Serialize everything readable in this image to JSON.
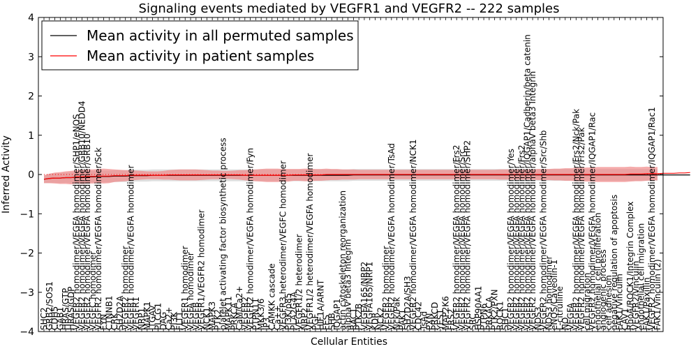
{
  "chart_data": {
    "type": "line",
    "title": "Signaling events mediated by VEGFR1 and VEGFR2 -- 222 samples",
    "xlabel": "Cellular Entities",
    "ylabel": "Inferred Activity",
    "ylim": [
      -4,
      4
    ],
    "yticks": [
      -4,
      -3,
      -2,
      -1,
      0,
      1,
      2,
      3,
      4
    ],
    "ytick_labels": [
      "−4",
      "−3",
      "−2",
      "−1",
      "0",
      "1",
      "2",
      "3",
      "4"
    ],
    "grid": false,
    "legend_placement": "top-left",
    "categories": [
      "SHC2",
      "GRB2/SOS1",
      "CDH5",
      "GAB1",
      "HRAS/GTP",
      "HRAS/GDP",
      "VEGFR2 homodimer/VEGFA homodimer/SHP1/eNOS",
      "VEGFR2 homodimer/VEGFA homodimer/GRB10/NEDD4",
      "VEGFR2 homodimer/VEGFA homodimer/GRB10",
      "VEGFC homodimer",
      "VEGFR2 homodimer/VEGFA homodimer/Sck",
      "FYN",
      "CTNNB1",
      "CRK",
      "SH2D2A",
      "VEGFR2 homodimer",
      "VEGFR1 homodimer/VEGFA homodimer",
      "VEGFR1",
      "NRP1",
      "MAPK1",
      "ITGAV",
      "PLCG1",
      "DAG",
      "Ca2+",
      "PI3K",
      "FLT1",
      "VEGFR1 homodimer",
      "VEGFA homodimer",
      "VEGFB",
      "VEGFR1/VEGFR2 homodimer",
      "NCK1",
      "MAPK3",
      "PTK2",
      "platelet activating factor biosynthetic process",
      "MAPK11",
      "PRKCA",
      "CaM/Ca2+",
      "VEGFR2",
      "VEGFR2 homodimer/VEGFA homodimer/Fyn",
      "PTPN11",
      "MKK3/6",
      "IP3",
      "CAMKK cascade",
      "Ca++",
      "VEGFR3 heterodimer/VEGFC homodimer",
      "PI3K/p85",
      "PLA2G4A",
      "VEGFR1/2 heterodimer",
      "NRP2",
      "VEGFR1/2 heterodimer/VEGFA homodimer",
      "PGF",
      "HIF1A/ARNT",
      "FES",
      "SHB",
      "IQGAP1",
      "actin cytoskeleton reorganization",
      "alphaV beta3 Integrin",
      "RAC1",
      "PTK2B",
      "VEGFA165/NRP2",
      "VEGFA165/NRP1",
      "KDR",
      "NCK2",
      "VEGFR2 homodimer",
      "VEGFR2 homodimer/VEGFA homodimer/TsAd",
      "Nck/Pak",
      "PAK1",
      "SH2D2A/SH3",
      "VEGFR2 homodimer/VEGFA homodimer/NCK1",
      "CDC42",
      "TsAd",
      "PXN",
      "PRKCD",
      "YES1",
      "MAP2K6",
      "FRS2",
      "VEGFR2 homodimer/VEGFA homodimer/Frs2",
      "VEGFR2 homodimer/VEGFA homodimer/Src",
      "VEGFR2 homodimer/VEGFA homodimer/SHP2",
      "SRC",
      "HSP90AA1",
      "PTPN6",
      "PRKACA",
      "PTK2/PXN",
      "ROCK1",
      "SHC1",
      "VEGFR2 homodimer/VEGFA homodimer/Yes",
      "VEGFR2 homodimer/VEGFA homodimer",
      "VEGFR2 homodimer/VEGFA homodimer/Frs2",
      "VEGFR2 homodimer/VEGFA homodimer/IQGAP1/Cadherin/beta catenin",
      "VEGFR2 homodimer/VEGFA homodimer/alphaV beta3 Integrin",
      "NOS3",
      "VEGFR2 homodimer/VEGFA homodimer/Src/Shb",
      "NOS3 homodimer",
      "eNOS/Caveolin-1",
      "L-citrulline",
      "NO",
      "VEGFA",
      "VEGFR2 homodimer/VEGFA homodimer/Frs2/Nck/Pak",
      "VEGFR2 homodimer/VEGFA homodimer/Frs2/Pak",
      "cell migration",
      "VEGFR2 homodimer/VEGFA homodimer/IQGAP1/Rac",
      "endothelial cell proliferation",
      "angiogenic process",
      "cell adhesion",
      "negative regulation of apoptosis",
      "FAK1/Vinculin",
      "CAV1",
      "RhoA/ROCK1/Integrin Complex",
      "VEGFR2/Vinculin",
      "endothelial cell migration",
      "FAK1/Paxillin",
      "VEGFR2 homodimer/VEGFA homodimer/IQGAP1/Rac1",
      "FAK1/Vinculin (2)"
    ],
    "series": [
      {
        "name": "Mean activity in all permuted samples",
        "color": "#000000",
        "values": [
          -0.12,
          -0.1,
          -0.09,
          -0.09,
          -0.08,
          -0.08,
          -0.07,
          -0.07,
          -0.06,
          -0.06,
          -0.05,
          -0.05,
          -0.05,
          -0.04,
          -0.04,
          -0.04,
          -0.03,
          -0.03,
          -0.03,
          -0.03,
          -0.02,
          -0.02,
          -0.02,
          -0.02,
          -0.02,
          -0.02,
          -0.02,
          -0.02,
          -0.02,
          -0.02,
          -0.02,
          -0.02,
          -0.02,
          -0.02,
          -0.02,
          -0.02,
          -0.02,
          -0.02,
          -0.02,
          -0.02,
          -0.02,
          -0.02,
          -0.02,
          -0.02,
          -0.02,
          -0.02,
          -0.02,
          -0.02,
          -0.02,
          -0.02,
          -0.02,
          -0.02,
          -0.02,
          -0.02,
          -0.02,
          -0.02,
          -0.02,
          -0.01,
          -0.01,
          -0.01,
          -0.01,
          -0.01,
          -0.01,
          -0.01,
          -0.01,
          -0.01,
          -0.01,
          -0.01,
          -0.01,
          -0.01,
          -0.01,
          -0.01,
          -0.01,
          -0.01,
          -0.01,
          -0.01,
          -0.01,
          -0.01,
          -0.01,
          -0.01,
          -0.01,
          -0.01,
          -0.01,
          -0.01,
          -0.01,
          -0.01,
          -0.01,
          -0.01,
          -0.01,
          -0.01,
          -0.01,
          -0.01,
          -0.01,
          -0.01,
          -0.01,
          -0.01,
          -0.01,
          -0.01,
          -0.01,
          -0.01,
          -0.01,
          -0.01,
          -0.01,
          -0.01,
          -0.01,
          -0.01,
          -0.01,
          -0.01,
          -0.01,
          -0.01,
          -0.01,
          -0.01,
          -0.01,
          -0.01,
          -0.01,
          -0.01,
          -0.01,
          -0.01,
          -0.01,
          -0.01
        ]
      },
      {
        "name": "Mean activity in patient samples",
        "color": "#ff0000",
        "values": [
          -0.12,
          -0.1,
          -0.09,
          -0.09,
          -0.08,
          -0.08,
          -0.06,
          -0.06,
          -0.05,
          -0.05,
          -0.04,
          -0.04,
          -0.04,
          -0.03,
          -0.03,
          -0.03,
          -0.02,
          -0.02,
          -0.02,
          -0.02,
          -0.02,
          -0.02,
          -0.02,
          -0.01,
          -0.01,
          -0.01,
          -0.01,
          -0.01,
          -0.01,
          -0.01,
          -0.01,
          -0.01,
          -0.01,
          -0.01,
          -0.01,
          -0.01,
          -0.01,
          -0.02,
          -0.02,
          -0.02,
          -0.02,
          -0.02,
          -0.02,
          -0.02,
          -0.02,
          -0.02,
          -0.01,
          -0.01,
          -0.01,
          -0.01,
          -0.01,
          -0.01,
          0.0,
          0.0,
          0.0,
          0.0,
          0.0,
          0.0,
          0.0,
          0.0,
          0.0,
          0.0,
          0.0,
          0.0,
          0.0,
          0.0,
          0.0,
          0.0,
          0.0,
          0.0,
          0.0,
          0.0,
          0.0,
          0.0,
          0.0,
          0.0,
          0.0,
          0.0,
          0.0,
          0.0,
          0.0,
          0.0,
          0.0,
          0.0,
          0.0,
          0.0,
          0.0,
          0.0,
          0.0,
          0.0,
          0.0,
          0.0,
          0.0,
          0.0,
          0.0,
          0.0,
          0.0,
          0.0,
          0.0,
          0.0,
          0.0,
          0.0,
          0.0,
          0.0,
          0.0,
          0.0,
          0.0,
          0.0,
          0.01,
          0.01,
          0.01,
          0.02,
          0.02,
          0.02,
          0.03,
          0.03,
          0.03,
          0.04,
          0.04,
          0.05
        ]
      }
    ],
    "bands": {
      "permuted_halfwidth": [
        0.1,
        0.12,
        0.12,
        0.13,
        0.13,
        0.14,
        0.14,
        0.14,
        0.15,
        0.15,
        0.15,
        0.15,
        0.15,
        0.15,
        0.15,
        0.15,
        0.15,
        0.15,
        0.15,
        0.15,
        0.15,
        0.15,
        0.15,
        0.15,
        0.15,
        0.15,
        0.15,
        0.15,
        0.15,
        0.15,
        0.15,
        0.15,
        0.15,
        0.15,
        0.15,
        0.15,
        0.15,
        0.15,
        0.15,
        0.15,
        0.15,
        0.15,
        0.15,
        0.15,
        0.15,
        0.15,
        0.15,
        0.15,
        0.15,
        0.15,
        0.15,
        0.15,
        0.15,
        0.15,
        0.15,
        0.15,
        0.15,
        0.15,
        0.15,
        0.15,
        0.15,
        0.15,
        0.15,
        0.15,
        0.15,
        0.15,
        0.15,
        0.15,
        0.15,
        0.15,
        0.15,
        0.15,
        0.15,
        0.15,
        0.15,
        0.15,
        0.15,
        0.15,
        0.15,
        0.15,
        0.15,
        0.15,
        0.15,
        0.15,
        0.15,
        0.15,
        0.15,
        0.15,
        0.15,
        0.15,
        0.15,
        0.15,
        0.15,
        0.15,
        0.15,
        0.15,
        0.15,
        0.15,
        0.15,
        0.15,
        0.15,
        0.15,
        0.15,
        0.15,
        0.15,
        0.15,
        0.15,
        0.15,
        0.15,
        0.15,
        0.15,
        0.15,
        0.15,
        0.15,
        0.15,
        0.15,
        0.15,
        0.15,
        0.15,
        0.15
      ],
      "patient_halfwidth": [
        0.1,
        0.12,
        0.14,
        0.15,
        0.16,
        0.17,
        0.17,
        0.18,
        0.18,
        0.18,
        0.18,
        0.19,
        0.18,
        0.16,
        0.15,
        0.14,
        0.13,
        0.12,
        0.11,
        0.1,
        0.1,
        0.1,
        0.11,
        0.12,
        0.13,
        0.14,
        0.14,
        0.14,
        0.14,
        0.13,
        0.12,
        0.11,
        0.11,
        0.1,
        0.1,
        0.11,
        0.12,
        0.13,
        0.14,
        0.15,
        0.16,
        0.17,
        0.17,
        0.17,
        0.16,
        0.16,
        0.15,
        0.15,
        0.16,
        0.16,
        0.15,
        0.15,
        0.15,
        0.14,
        0.14,
        0.13,
        0.13,
        0.13,
        0.12,
        0.12,
        0.12,
        0.12,
        0.12,
        0.12,
        0.12,
        0.12,
        0.12,
        0.12,
        0.12,
        0.12,
        0.12,
        0.12,
        0.12,
        0.12,
        0.12,
        0.12,
        0.12,
        0.12,
        0.12,
        0.12,
        0.12,
        0.12,
        0.12,
        0.12,
        0.13,
        0.13,
        0.13,
        0.13,
        0.13,
        0.13,
        0.13,
        0.14,
        0.14,
        0.14,
        0.15,
        0.15,
        0.16,
        0.16,
        0.17,
        0.17,
        0.18,
        0.18,
        0.19,
        0.19,
        0.19,
        0.19,
        0.19,
        0.19,
        0.19,
        0.18,
        0.18,
        0.18,
        0.17,
        0.17,
        0.16,
        0.16,
        0.16,
        0.15,
        0.15,
        0.15
      ]
    },
    "colors": {
      "patient_band": "#f08080",
      "permuted_band": "#c8c8c8",
      "reference_line": "#ff0000"
    }
  }
}
